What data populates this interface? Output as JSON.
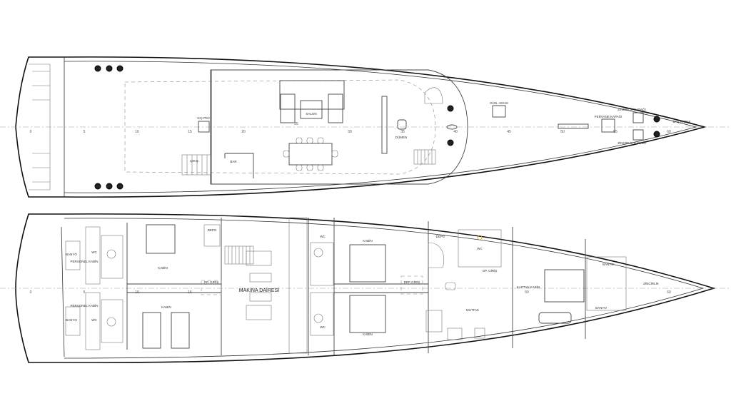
{
  "upper_deck": {
    "labels": {
      "salon": "SALON",
      "bar": "BAR",
      "helm": "DÜMEN",
      "sun_deck": "GÜN. ADASI",
      "stairs": "ÇIKIŞ",
      "anchor_locker_1": "ZİNCİRLİK KAPAĞI",
      "anchor_locker_2": "ZİNCİRLİK KAPAĞI",
      "forepeak_hatch": "PERVANE KAPAĞI",
      "stern_hatch": "KIÇ PİKİ",
      "bow_hatch": "BAŞ KAPAK"
    }
  },
  "lower_deck": {
    "labels": {
      "engine_room": "MAKİNA DAİRESİ",
      "galley": "MUTFAK",
      "cabin_1": "KABİN",
      "cabin_2": "KABİN",
      "cabin_3": "KABİN",
      "cabin_4": "KABİN",
      "depot_1": "DEPO",
      "depot_2": "DEPO",
      "crew_entry_1": "OP. GİRİŞ",
      "crew_entry_2": "OP. GİRİŞ",
      "crew_entry_3": "DEP GİRİŞ",
      "wc_1": "WC",
      "wc_2": "WC",
      "wc_3": "WC",
      "wc_4": "WC",
      "wc_5": "WC",
      "bath_1": "BANYO",
      "bath_2": "BANYO",
      "bath_3": "BANYO",
      "bath_4": "BANYO",
      "crew_cabin": "PERSONEL KABİN",
      "crew_cabin_2": "PERSONEL KABİN",
      "captain": "KAPTAN KABİN",
      "chain_locker": "ZİNCİRLİK"
    }
  },
  "frames": [
    "0",
    "5",
    "10",
    "15",
    "20",
    "25",
    "30",
    "35",
    "40",
    "45",
    "50",
    "55",
    "60"
  ]
}
